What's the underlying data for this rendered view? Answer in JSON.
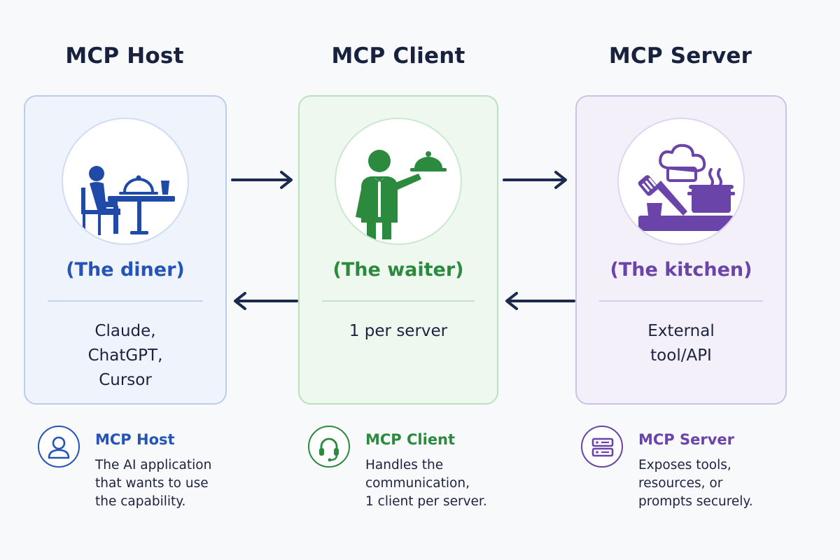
{
  "columns": [
    {
      "heading": "MCP Host",
      "subtitle": "(The diner)",
      "description": [
        "Claude,",
        "ChatGPT,",
        "Cursor"
      ],
      "color": "#2554b8",
      "illustration": "diner-at-table-icon"
    },
    {
      "heading": "MCP Client",
      "subtitle": "(The waiter)",
      "description": [
        "1 per server"
      ],
      "color": "#2b8a3e",
      "illustration": "waiter-with-cloche-icon"
    },
    {
      "heading": "MCP Server",
      "subtitle": "(The kitchen)",
      "description": [
        "External",
        "tool/API"
      ],
      "color": "#6a44a8",
      "illustration": "kitchen-stove-icon"
    }
  ],
  "arrows": [
    {
      "from": "MCP Host",
      "to": "MCP Client",
      "direction": "right"
    },
    {
      "from": "MCP Client",
      "to": "MCP Server",
      "direction": "right"
    },
    {
      "from": "MCP Client",
      "to": "MCP Host",
      "direction": "left"
    },
    {
      "from": "MCP Server",
      "to": "MCP Client",
      "direction": "left"
    }
  ],
  "legend": [
    {
      "icon": "user-icon",
      "title": "MCP Host",
      "text": [
        "The AI application",
        "that wants to use",
        "the capability."
      ]
    },
    {
      "icon": "headset-icon",
      "title": "MCP Client",
      "text": [
        "Handles the",
        "communication,",
        "1 client per server."
      ]
    },
    {
      "icon": "server-icon",
      "title": "MCP Server",
      "text": [
        "Exposes tools,",
        "resources, or",
        "prompts securely."
      ]
    }
  ],
  "colors": {
    "arrow": "#1d2a4f",
    "heading": "#18213d"
  }
}
